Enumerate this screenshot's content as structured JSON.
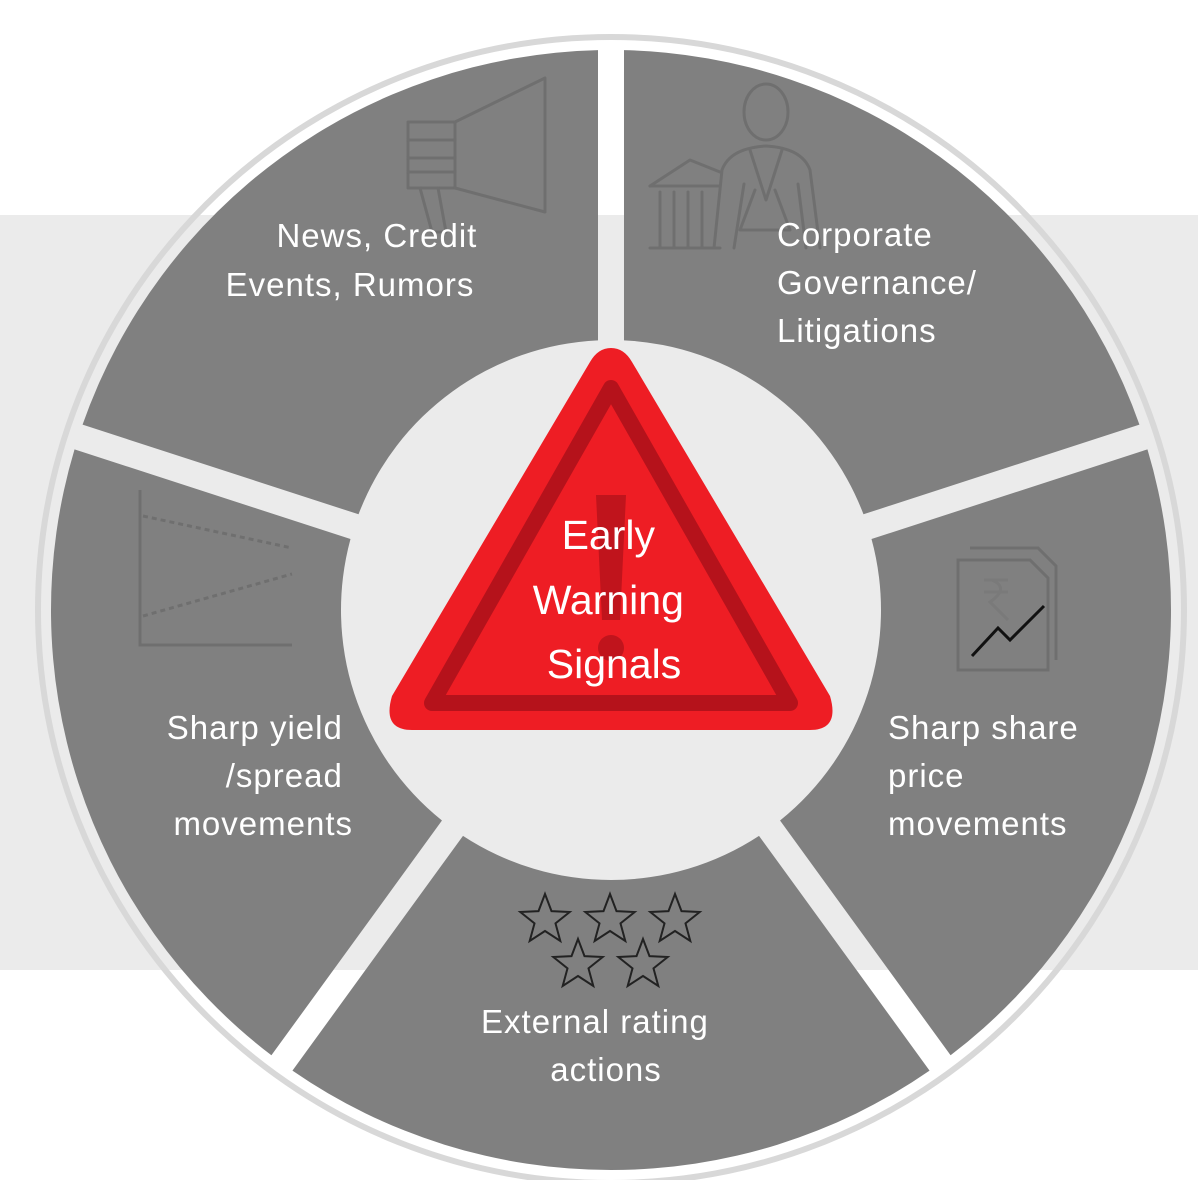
{
  "center": {
    "lines": [
      "Early",
      "Warning",
      "Signals"
    ]
  },
  "segments": [
    {
      "icon": "megaphone-icon",
      "lines": [
        "News, Credit",
        "Events, Rumors"
      ]
    },
    {
      "icon": "businessman-icon",
      "lines": [
        "Corporate",
        "Governance/",
        "Litigations"
      ]
    },
    {
      "icon": "share-price-document-icon",
      "lines": [
        "Sharp share",
        "price",
        "movements"
      ]
    },
    {
      "icon": "five-stars-icon",
      "lines": [
        "External rating",
        "actions"
      ]
    },
    {
      "icon": "spread-chart-icon",
      "lines": [
        "Sharp yield",
        "/spread",
        "movements"
      ]
    }
  ],
  "colors": {
    "background_band": "#ebebeb",
    "outer_ring": "#d8d8d8",
    "segment_fill": "#808080",
    "icon_stroke": "#6f6f6f",
    "warning_fill": "#ee1d24",
    "warning_inner": "#b5121b",
    "text": "#ffffff"
  }
}
